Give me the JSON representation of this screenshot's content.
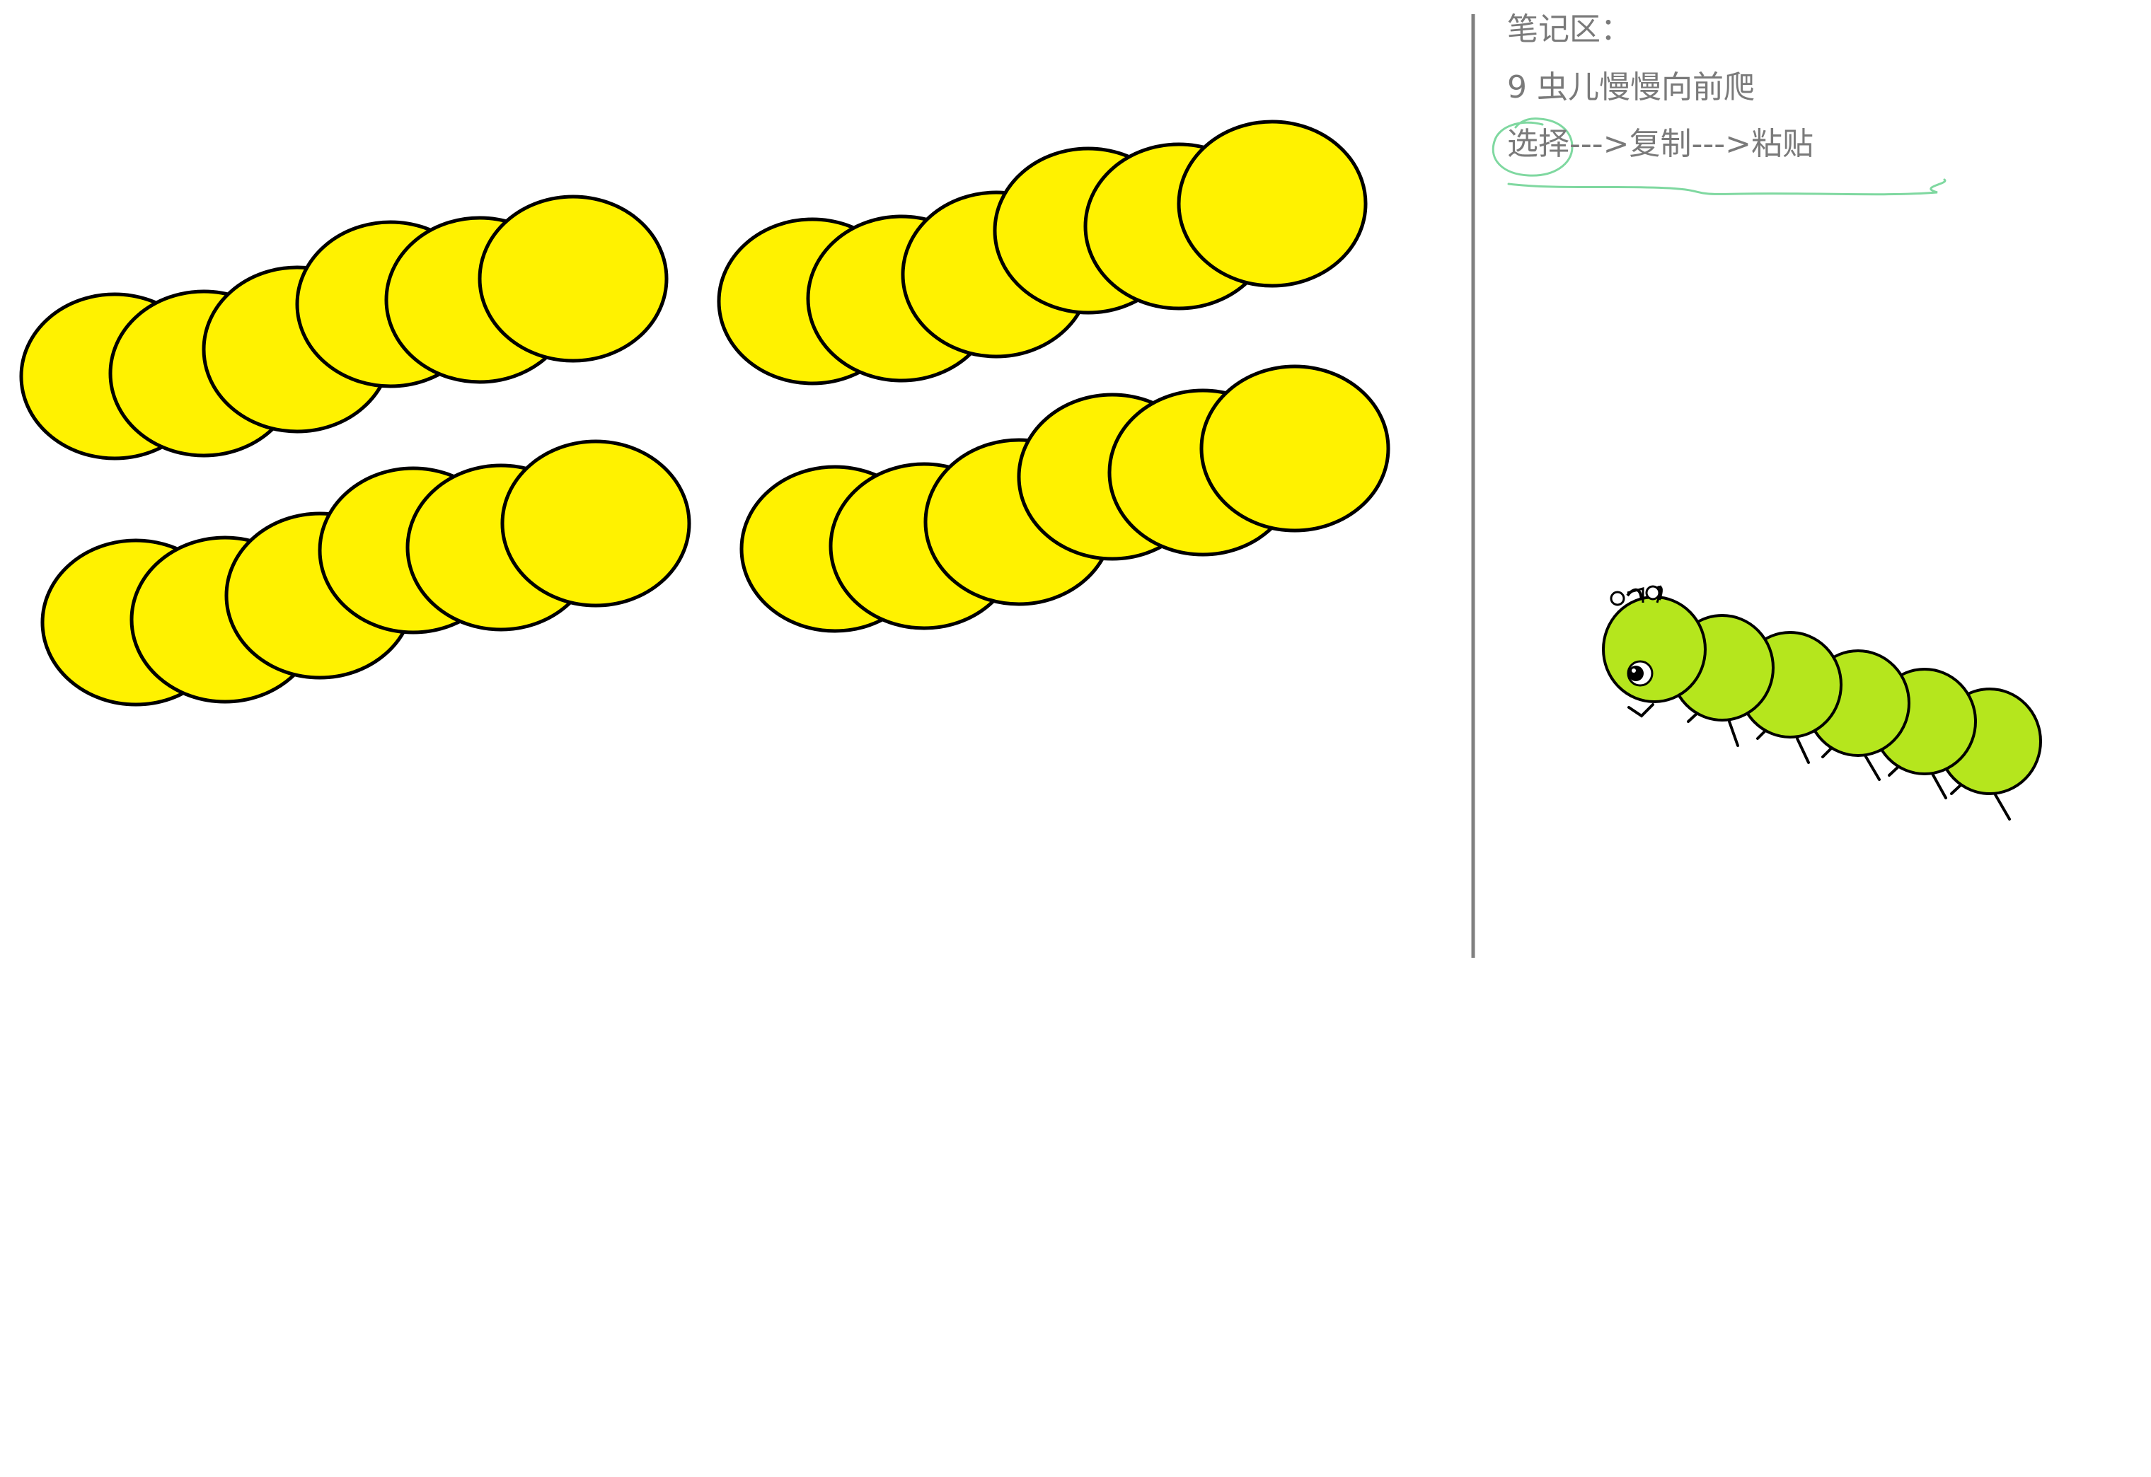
{
  "notes": {
    "title": "笔记区：",
    "line1": "9 虫儿慢慢向前爬",
    "line2": "选择--->复制--->粘贴"
  },
  "colors": {
    "caterpillar_yellow": "#FFF200",
    "caterpillar_green": "#B5E61D",
    "outline": "#000000",
    "divider": "#808080",
    "note_text": "#7A7A7A",
    "highlight_mark": "#7FD8A0"
  },
  "drawing": {
    "yellow_caterpillars": 4,
    "segments_per_caterpillar": 6,
    "green_caterpillar_segments": 6
  }
}
